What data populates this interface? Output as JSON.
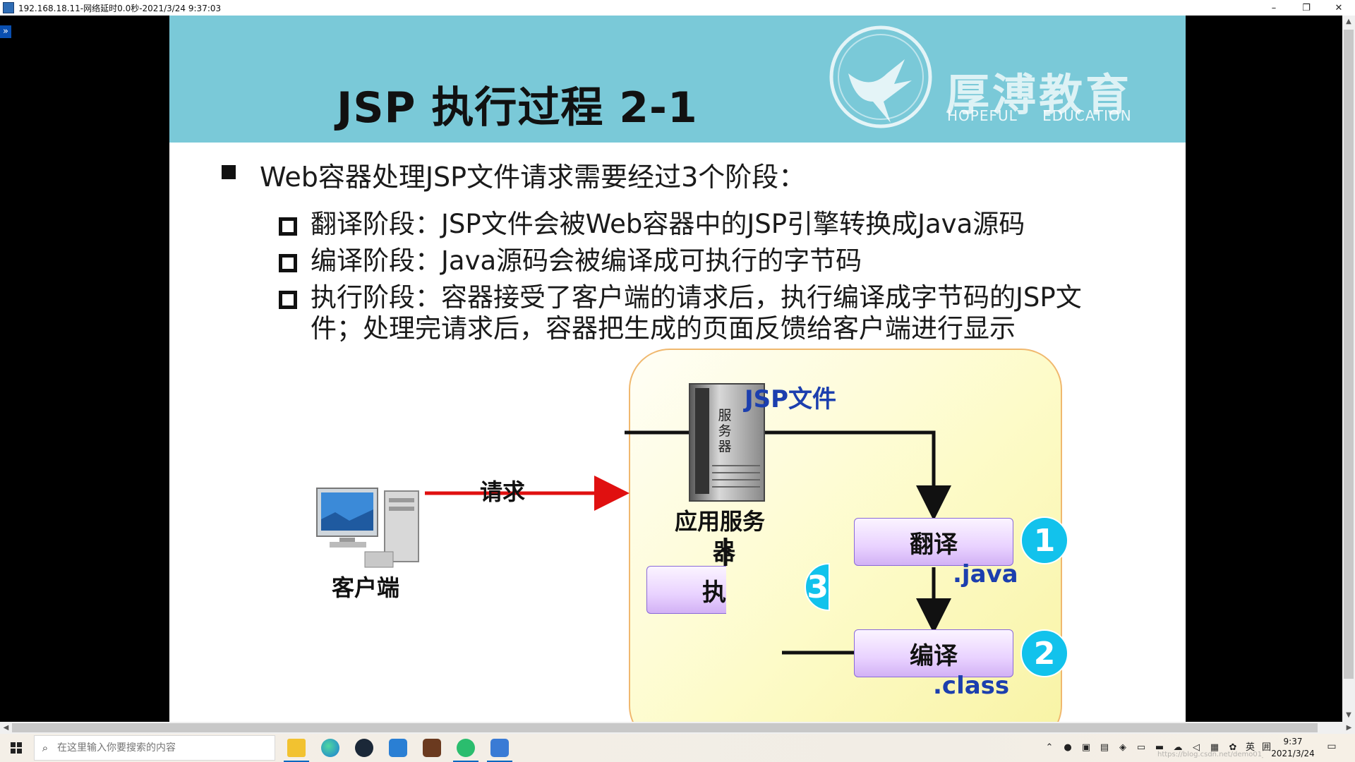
{
  "window": {
    "title": "192.168.18.11-网络延时0.0秒-2021/3/24 9:37:03",
    "minimize": "–",
    "restore": "❐",
    "close": "✕"
  },
  "rdp": {
    "expand_glyph": "»"
  },
  "slide": {
    "title": "JSP 执行过程 2-1",
    "logo": {
      "name": "厚溥教育",
      "sub_en_1": "HOPEFUL",
      "sub_en_2": "EDUCATION"
    },
    "bullet_main": "Web容器处理JSP文件请求需要经过3个阶段：",
    "sub_bullets": [
      "翻译阶段：JSP文件会被Web容器中的JSP引擎转换成Java源码",
      "编译阶段：Java源码会被编译成可执行的字节码",
      "执行阶段：容器接受了客户端的请求后，执行编译成字节码的JSP文",
      "件；处理完请求后，容器把生成的页面反馈给客户端进行显示"
    ],
    "diagram": {
      "client_label": "客户端",
      "request_label": "请求",
      "jsp_file_label": "JSP文件",
      "server_glyph": "服务器",
      "app_server_label_1": "应用服务",
      "app_server_label_2": "器",
      "step_translate": "翻译",
      "step_compile": "编译",
      "step_execute": "执",
      "num_1": "1",
      "num_2": "2",
      "num_3": "3",
      "java_label": ".java",
      "class_label": ".class",
      "colors": {
        "arrow_red": "#e01010",
        "circle": "#12c2ec",
        "label_blue": "#1c3fae"
      }
    }
  },
  "taskbar": {
    "search_placeholder": "在这里输入你要搜索的内容",
    "apps": [
      "file-explorer-icon",
      "edge-icon",
      "steam-icon",
      "remote-app-icon",
      "game-icon",
      "chat-icon",
      "remote-desktop-icon"
    ],
    "tray": {
      "ime": "英",
      "ime2": "囲",
      "time": "9:37",
      "date": "2021/3/24",
      "watermark": "https://blog.csdn.net/demo01_d3ng"
    }
  }
}
